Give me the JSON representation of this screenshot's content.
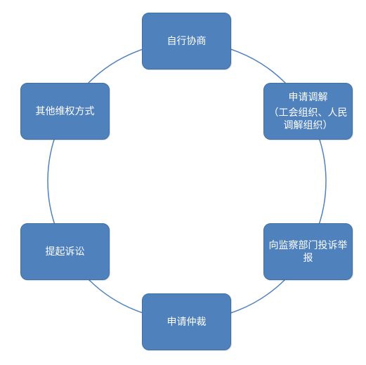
{
  "colors": {
    "node_fill": "#4f81bd",
    "node_border": "#41709f",
    "node_text": "#ffffff",
    "ring_stroke": "#4f81bd",
    "background": "#ffffff"
  },
  "nodes": [
    {
      "id": "negotiate",
      "label": "自行协商"
    },
    {
      "id": "mediation",
      "label": "申请调解",
      "sublabel": "（工会组织、人民调解组织）"
    },
    {
      "id": "report",
      "label": "向监察部门投诉举报"
    },
    {
      "id": "arbitration",
      "label": "申请仲裁"
    },
    {
      "id": "litigation",
      "label": "提起诉讼"
    },
    {
      "id": "other",
      "label": "其他维权方式"
    }
  ]
}
